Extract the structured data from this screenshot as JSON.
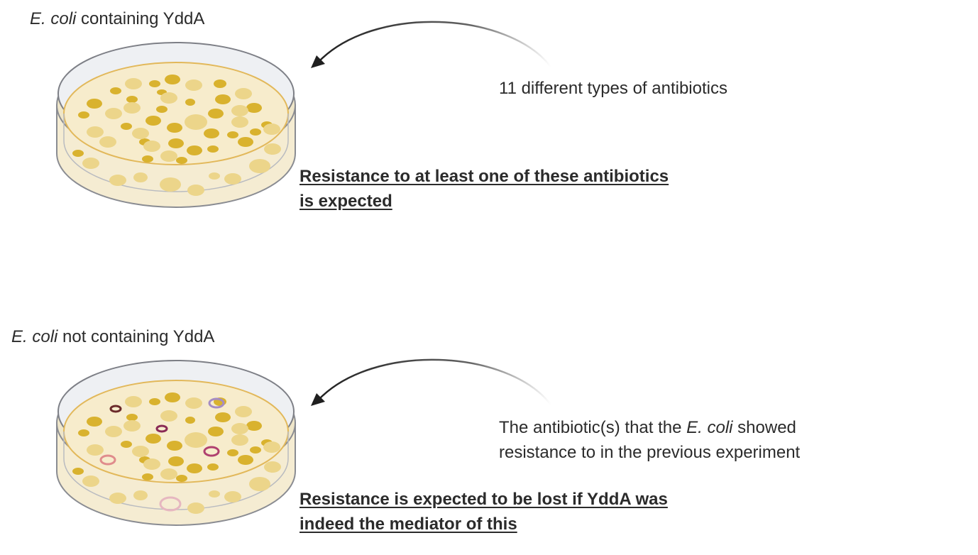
{
  "panel_top": {
    "dish_label_italic": "E. coli",
    "dish_label_rest": " containing YddA",
    "arrow_label": "11 different types of antibiotics",
    "expectation_line1": "Resistance to at least one of these antibiotics",
    "expectation_line2": "is expected"
  },
  "panel_bottom": {
    "dish_label_italic": "E. coli",
    "dish_label_rest": " not containing YddA",
    "arrow_label_before": "The antibiotic(s) that the ",
    "arrow_label_italic": "E. coli",
    "arrow_label_after": " showed",
    "arrow_label_line2": "resistance to in the previous experiment",
    "expectation_line1": "Resistance is expected to be lost if YddA was",
    "expectation_line2": "indeed the mediator of this"
  },
  "colors": {
    "colony": "#d9b22e",
    "colony_light": "#ecd58a",
    "agar": "#f7eccc",
    "dish_rim": "#7d7f86",
    "arrow": "#1f1f1f",
    "dead_colony_dark": "#6b2a2a",
    "dead_colony_purple": "#a58cc4",
    "dead_colony_magenta": "#b0406f",
    "dead_colony_pink": "#e08c8c",
    "dead_colony_light_pink": "#e6b7c0"
  }
}
